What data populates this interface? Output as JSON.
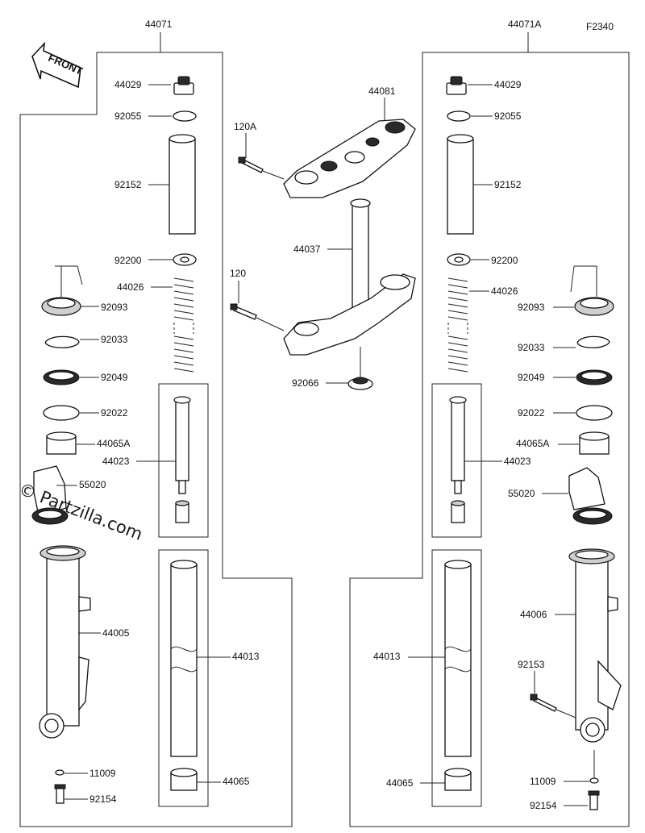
{
  "figure_code": "F2340",
  "front_label": "FRONT",
  "watermark": "© Partzilla.com",
  "left_fork": {
    "assembly": "44071",
    "parts": [
      "44029",
      "92055",
      "92152",
      "92200",
      "44026",
      "92093",
      "92033",
      "92049",
      "92022",
      "44065A",
      "44023",
      "55020",
      "44005",
      "44013",
      "11009",
      "92154",
      "44065"
    ]
  },
  "center": {
    "parts": [
      "44081",
      "120A",
      "44037",
      "120",
      "92066"
    ]
  },
  "right_fork": {
    "assembly": "44071A",
    "parts": [
      "44029",
      "92055",
      "92152",
      "92200",
      "44026",
      "92093",
      "92033",
      "92049",
      "92022",
      "44065A",
      "44023",
      "55020",
      "44006",
      "44013",
      "92153",
      "11009",
      "92154",
      "44065"
    ]
  }
}
